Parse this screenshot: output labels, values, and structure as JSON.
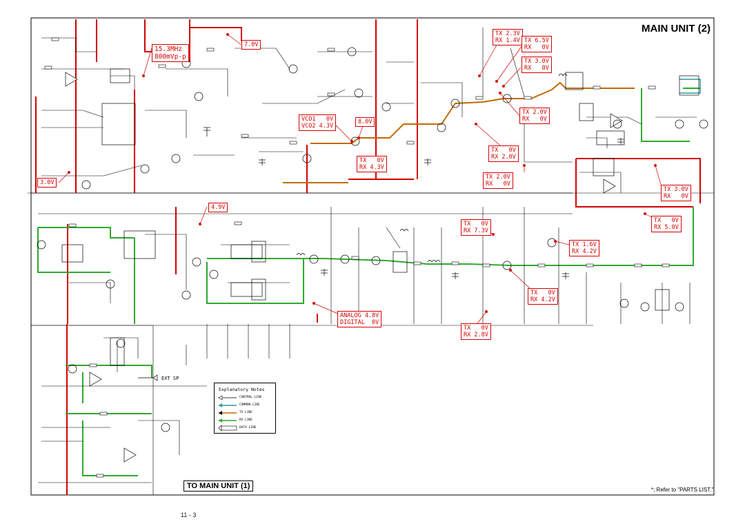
{
  "header": {
    "title": "MAIN UNIT (2)"
  },
  "voltage_labels": [
    {
      "id": "tx23",
      "text": "TX 2.3V\nRX 1.4V"
    },
    {
      "id": "tx65",
      "text": "TX 6.5V\nRX   0V"
    },
    {
      "id": "v70",
      "text": "7.0V"
    },
    {
      "id": "osc",
      "text": "15.3MHz\n800mVp-p"
    },
    {
      "id": "tx30a",
      "text": "TX 3.0V\nRX   0V"
    },
    {
      "id": "tx20a",
      "text": "TX 2.0V\nRX   0V"
    },
    {
      "id": "vco",
      "text": "VCO1   0V\nVCO2 4.3V"
    },
    {
      "id": "v80",
      "text": "8.0V"
    },
    {
      "id": "tx0rx43",
      "text": "TX   0V\nRX 4.3V"
    },
    {
      "id": "tx0rx20",
      "text": "TX   0V\nRX 2.0V"
    },
    {
      "id": "tx20b",
      "text": "TX 2.0V\nRX   0V"
    },
    {
      "id": "v30",
      "text": "3.0V"
    },
    {
      "id": "tx30b",
      "text": "TX 3.0V\nRX   0V"
    },
    {
      "id": "v49",
      "text": "4.9V"
    },
    {
      "id": "tx0rx73",
      "text": "TX   0V\nRX 7.3V"
    },
    {
      "id": "tx0rx50",
      "text": "TX   0V\nRX 5.0V"
    },
    {
      "id": "tx16",
      "text": "TX 1.6V\nRX 4.2V"
    },
    {
      "id": "tx0rx42",
      "text": "TX   0V\nRX 4.2V"
    },
    {
      "id": "analog",
      "text": "ANALOG 4.8V\nDIGITAL  0V"
    },
    {
      "id": "tx0rx28",
      "text": "TX   0V\nRX 2.8V"
    }
  ],
  "legend": {
    "title": "Explanatory Notes",
    "items": [
      "CONTROL LINE",
      "COMMON LINE",
      "TX LINE",
      "RX LINE",
      "DATA LINE"
    ]
  },
  "ext_sp": "EXT SP",
  "to_main_unit": "TO MAIN UNIT (1)",
  "footnote": "*; Refer to \"PARTS LIST.\"",
  "page_number": "11 - 3",
  "colors": {
    "tx_line": "#c06a00",
    "rx_line": "#2fa82f",
    "control_line": "#d40000",
    "common_line": "#2a9a9a"
  }
}
